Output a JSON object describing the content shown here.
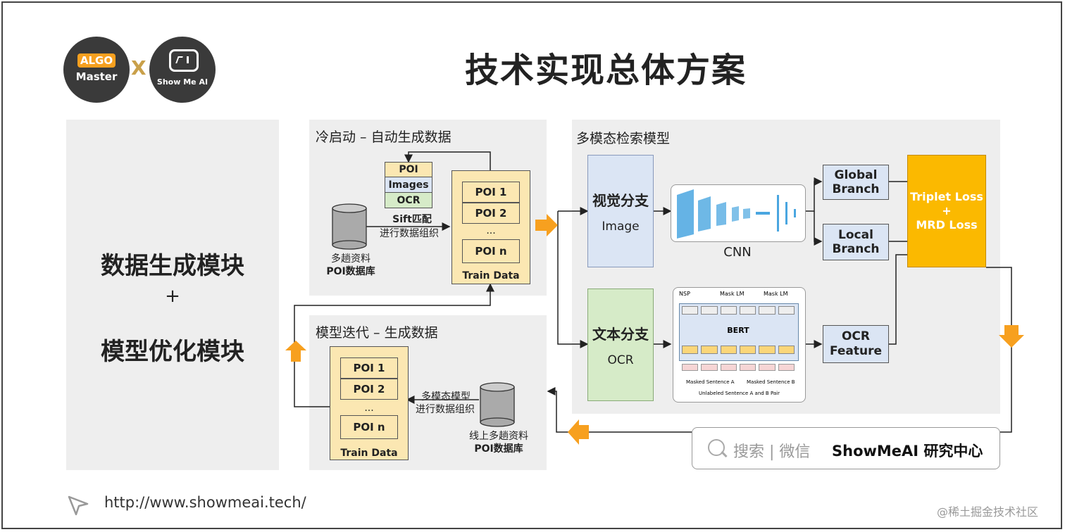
{
  "header": {
    "logo_algo_top": "ALGO",
    "logo_algo_bottom": "Master",
    "logo_x": "X",
    "logo_showme_text": "Show Me AI",
    "title": "技术实现总体方案"
  },
  "left_panel": {
    "line1": "数据生成模块",
    "plus": "+",
    "line2": "模型优化模块"
  },
  "cold_start": {
    "title": "冷启动 – 自动生成数据",
    "stack": [
      "POI",
      "Images",
      "OCR"
    ],
    "db_label_1": "多趟资料",
    "db_label_2": "POI数据库",
    "arrow_label_1": "Sift匹配",
    "arrow_label_2": "进行数据组织",
    "cards": [
      "POI 1",
      "POI 2",
      "...",
      "POI n"
    ],
    "train_data": "Train Data"
  },
  "iteration": {
    "title": "模型迭代 – 生成数据",
    "cards": [
      "POI 1",
      "POI 2",
      "...",
      "POI n"
    ],
    "train_data": "Train Data",
    "arrow_label_1": "多模态模型",
    "arrow_label_2": "进行数据组织",
    "db_label_1": "线上多趟资料",
    "db_label_2": "POI数据库"
  },
  "model": {
    "title": "多模态检索模型",
    "visual_branch_1": "视觉分支",
    "visual_branch_2": "Image",
    "text_branch_1": "文本分支",
    "text_branch_2": "OCR",
    "cnn_label": "CNN",
    "bert_label": "BERT",
    "bert_nsp": "NSP",
    "bert_mask1": "Mask LM",
    "bert_mask2": "Mask LM",
    "bert_sent_a": "Masked Sentence A",
    "bert_sent_b": "Masked Sentence B",
    "bert_pair": "Unlabeled Sentence A and B Pair",
    "global_branch_1": "Global",
    "global_branch_2": "Branch",
    "local_branch_1": "Local",
    "local_branch_2": "Branch",
    "ocr_feature_1": "OCR",
    "ocr_feature_2": "Feature",
    "loss_1": "Triplet Loss",
    "loss_plus": "+",
    "loss_2": "MRD Loss"
  },
  "footer": {
    "url": "http://www.showmeai.tech/",
    "search_text": "搜索 | 微信",
    "brand": "ShowMeAI 研究中心",
    "watermark": "@稀土掘金技术社区"
  },
  "colors": {
    "panel": "#eeeeee",
    "blue_box": "#dbe5f4",
    "green_box": "#d6ebc8",
    "card": "#fbe7b2",
    "orange": "#f7a01f",
    "loss": "#fbb900"
  }
}
